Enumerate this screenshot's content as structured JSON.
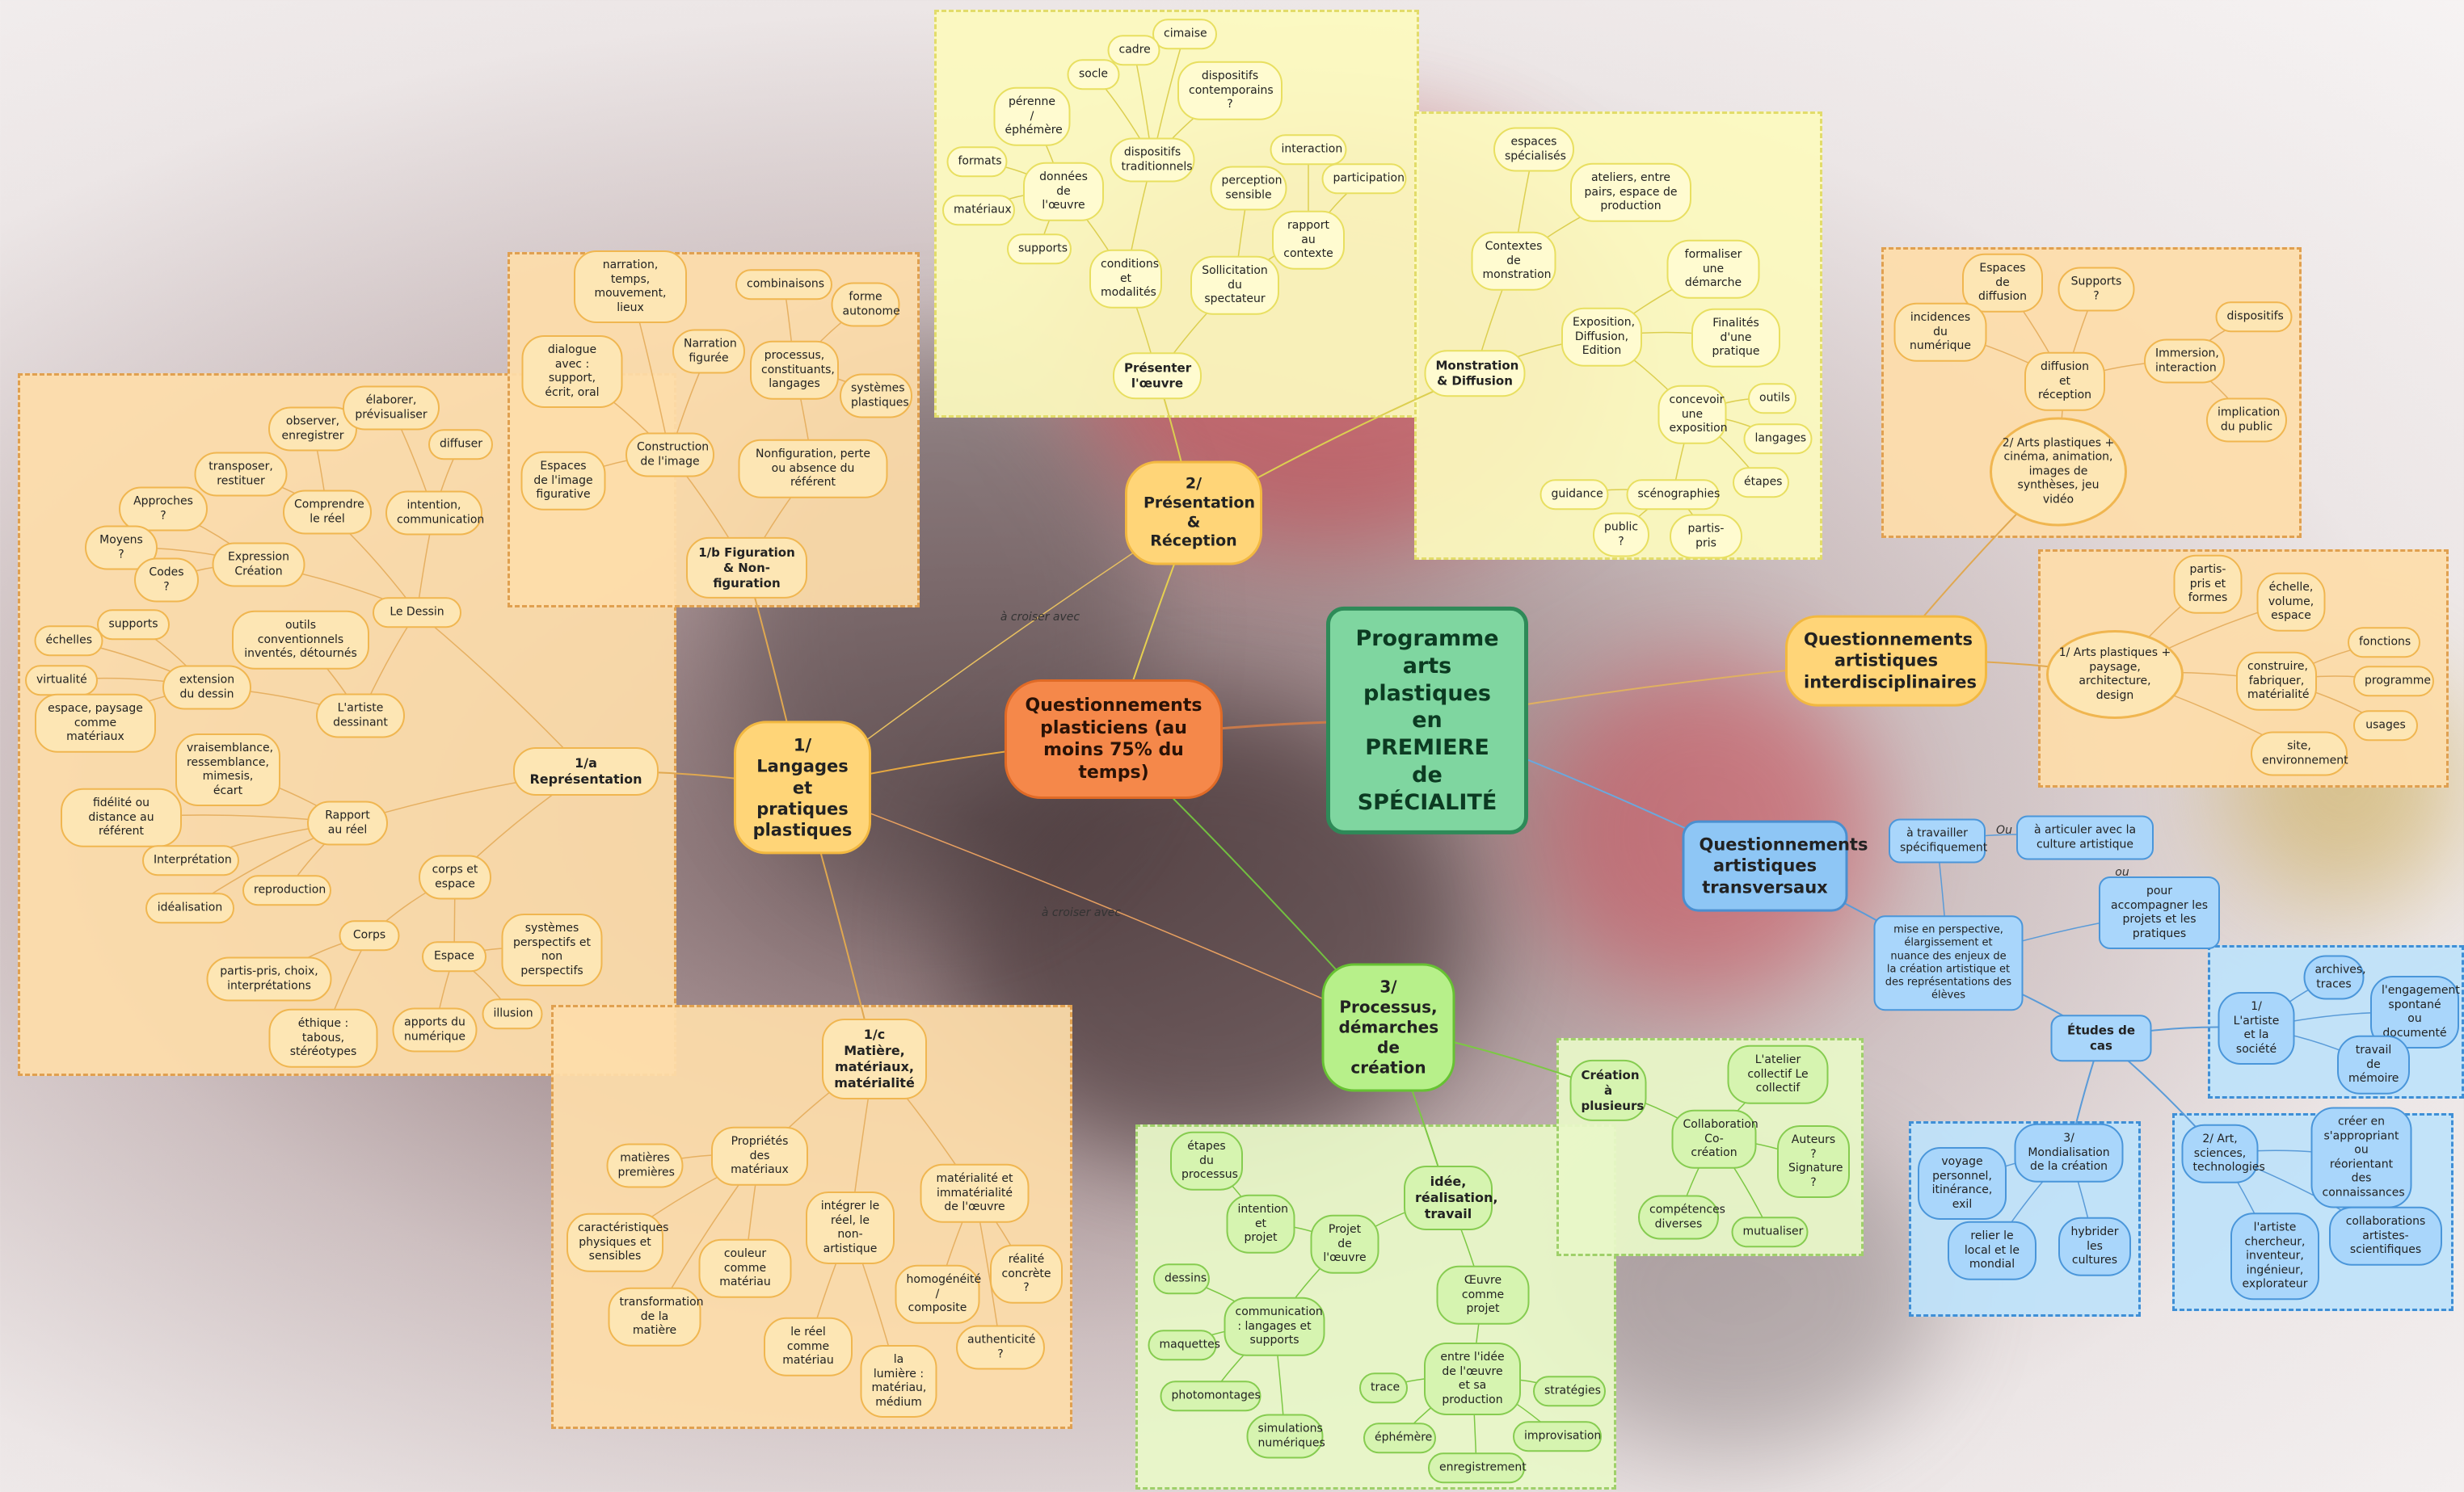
{
  "root": "Programme arts plastiques en PREMIERE de SPÉCIALITÉ",
  "relations": {
    "croiser1": "à croiser avec",
    "croiser2": "à croiser avec",
    "ou1": "Ou",
    "ou2": "ou"
  },
  "colors": {
    "orange": "#fde6b4",
    "yellow": "#fffbd0",
    "green": "#d6f4b0",
    "blue": "#a9d6fb",
    "root": "#7fd6a0"
  },
  "nodes": {
    "q_plast": "Questionnements plasticiens (au moins 75% du temps)",
    "langages": "1/ Langages et pratiques plastiques",
    "presentation": "2/ Présentation & Réception",
    "processus": "3/ Processus, démarches de création",
    "q_interdisc": "Questionnements artistiques interdisciplinaires",
    "q_transv": "Questionnements artistiques transversaux",
    "representation": "1/a Représentation",
    "le_dessin": "Le Dessin",
    "comprendre_reel": "Comprendre le réel",
    "observer": "observer, enregistrer",
    "elaborer": "élaborer, prévisualiser",
    "transposer": "transposer, restituer",
    "diffuser": "diffuser",
    "intention_comm": "intention, communication",
    "approches": "Approches ?",
    "moyens": "Moyens ?",
    "codes": "Codes ?",
    "expression": "Expression Création",
    "supports_d": "supports",
    "echelles": "échelles",
    "virtualite": "virtualité",
    "espace_paysage": "espace, paysage comme matériaux",
    "extension": "extension du dessin",
    "outils_conv": "outils conventionnels inventés, détournés",
    "artiste_dessinant": "L'artiste dessinant",
    "vraisemblance": "vraisemblance, ressemblance, mimesis, écart",
    "rapport_reel": "Rapport au réel",
    "fidelite": "fidélité ou distance au référent",
    "interpretation": "Interprétation",
    "idealisation": "idéalisation",
    "reproduction": "reproduction",
    "corps": "Corps",
    "corps_espace": "corps et espace",
    "partis_pris_choix": "partis-pris, choix, interprétations",
    "espace": "Espace",
    "systemes_persp": "systèmes perspectifs et non perspectifs",
    "illusion": "illusion",
    "apports_num": "apports du numérique",
    "ethique": "éthique : tabous, stéréotypes",
    "figuration": "1/b Figuration & Non-figuration",
    "narration_temps": "narration, temps, mouvement, lieux",
    "combinaisons": "combinaisons",
    "forme_autonome": "forme autonome",
    "dialogue": "dialogue avec : support, écrit, oral",
    "narration_figuree": "Narration figurée",
    "processus_constituants": "processus, constituants, langages",
    "systemes_plastiques": "systèmes plastiques",
    "construction_image": "Construction de l'image",
    "espaces_image": "Espaces de l'image figurative",
    "nonfiguration": "Nonfiguration, perte ou absence du référent",
    "matiere": "1/c Matière, matériaux, matérialité",
    "matieres_premieres": "matières premières",
    "proprietes": "Propriétés des matériaux",
    "caracteristiques": "caractéristiques physiques et sensibles",
    "transformation": "transformation de la matière",
    "couleur_matiere": "couleur comme matériau",
    "integrer_reel": "intégrer le réel, le non-artistique",
    "reel_materiau": "le réel comme matériau",
    "lumiere": "la lumière : matériau, médium",
    "materialite_immaterialite": "matérialité et immatérialité de l'œuvre",
    "homogeneite": "homogénéité / composite",
    "realite_concrete": "réalité concrète ?",
    "authenticite": "authenticité ?",
    "presenter_oeuvre": "Présenter l'œuvre",
    "cimaise": "cimaise",
    "cadre": "cadre",
    "socle": "socle",
    "dispositifs_contemp": "dispositifs contemporains ?",
    "perenne": "pérenne / éphémère",
    "dispositifs_trad": "dispositifs traditionnels",
    "formats": "formats",
    "donnees_oeuvre": "données de l'œuvre",
    "materiaux_p": "matériaux",
    "supports_p": "supports",
    "conditions": "conditions et modalités",
    "interaction": "interaction",
    "perception": "perception sensible",
    "participation": "participation",
    "rapport_contexte": "rapport au contexte",
    "sollicitation": "Sollicitation du spectateur",
    "monstration": "Monstration & Diffusion",
    "espaces_spec": "espaces spécialisés",
    "ateliers": "ateliers, entre pairs, espace de production",
    "contextes": "Contextes de monstration",
    "formaliser": "formaliser une démarche",
    "exposition": "Exposition, Diffusion, Edition",
    "finalites": "Finalités d'une pratique",
    "concevoir": "concevoir une exposition",
    "outils_m": "outils",
    "langages_m": "langages",
    "etapes_m": "étapes",
    "guidance": "guidance",
    "scenographies": "scénographies",
    "public": "public ?",
    "partis_pris_m": "partis-pris",
    "arts_cinema": "2/ Arts plastiques + cinéma, animation, images de synthèses, jeu vidéo",
    "espaces_diffusion": "Espaces de diffusion",
    "supports_i": "Supports ?",
    "incidences_num": "incidences du numérique",
    "dispositifs_i": "dispositifs",
    "diffusion_reception": "diffusion et réception",
    "immersion": "Immersion, interaction",
    "implication": "implication du public",
    "arts_paysage": "1/ Arts plastiques + paysage, architecture, design",
    "partis_formes": "partis-pris et formes",
    "echelle_volume": "échelle, volume, espace",
    "fonctions": "fonctions",
    "construire": "construire, fabriquer, matérialité",
    "programme_i": "programme",
    "usages": "usages",
    "site_env": "site, environnement",
    "idee_realisation": "idée, réalisation, travail",
    "etapes_processus": "étapes du processus",
    "intention_projet": "intention et projet",
    "projet_oeuvre": "Projet de l'œuvre",
    "dessins": "dessins",
    "communication": "communication : langages et supports",
    "maquettes": "maquettes",
    "photomontages": "photomontages",
    "simulations": "simulations numériques",
    "oeuvre_projet": "Œuvre comme projet",
    "idee_production": "entre l'idée de l'œuvre et sa production",
    "trace": "trace",
    "strategies": "stratégies",
    "ephemere_g": "éphémère",
    "improvisation": "improvisation",
    "enregistrement": "enregistrement",
    "creation_plusieurs": "Création à plusieurs",
    "atelier_collectif": "L'atelier collectif Le collectif",
    "collaboration": "Collaboration Co-création",
    "auteurs": "Auteurs ? Signature ?",
    "competences": "compétences diverses",
    "mutualiser": "mutualiser",
    "a_travailler": "à travailler spécifiquement",
    "a_articuler": "à articuler avec la culture artistique",
    "pour_accompagner": "pour accompagner les projets et les pratiques",
    "mise_perspective": "mise en perspective, élargissement et nuance des enjeux de la création artistique et des représentations des élèves",
    "etudes_cas": "Études de cas",
    "artiste_societe": "1/ L'artiste et la société",
    "archives": "archives, traces",
    "engagement": "l'engagement spontané ou documenté",
    "travail_memoire": "travail de mémoire",
    "mondialisation": "3/ Mondialisation de la création",
    "voyage": "voyage personnel, itinérance, exil",
    "relier_local": "relier le local et le mondial",
    "hybrider": "hybrider les cultures",
    "art_sciences": "2/ Art, sciences, technologies",
    "creer_approprier": "créer en s'appropriant ou réorientant des connaissances",
    "artiste_chercheur": "l'artiste chercheur, inventeur, ingénieur, explorateur",
    "collaborations_sci": "collaborations artistes-scientifiques"
  }
}
